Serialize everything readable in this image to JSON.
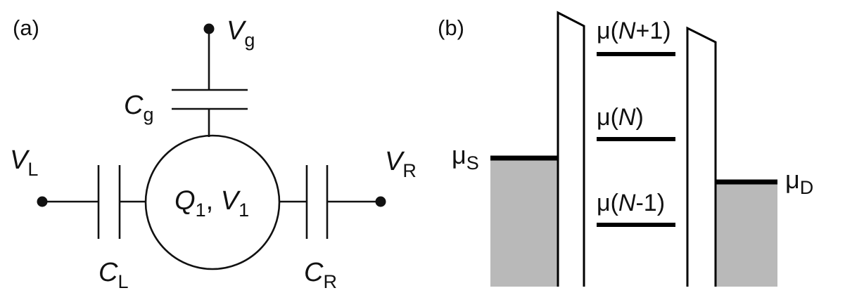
{
  "panel_a": {
    "label": "(a)",
    "gate_voltage": {
      "main": "V",
      "sub": "g"
    },
    "gate_capacitor": {
      "main": "C",
      "sub": "g"
    },
    "left_voltage": {
      "main": "V",
      "sub": "L"
    },
    "right_voltage": {
      "main": "V",
      "sub": "R"
    },
    "left_capacitor": {
      "main": "C",
      "sub": "L"
    },
    "right_capacitor": {
      "main": "C",
      "sub": "R"
    },
    "island": {
      "q": "Q",
      "q_sub": "1",
      "sep": ", ",
      "v": "V",
      "v_sub": "1"
    }
  },
  "panel_b": {
    "label": "(b)",
    "source": {
      "mu": "μ",
      "sub": "S"
    },
    "drain": {
      "mu": "μ",
      "sub": "D"
    },
    "levels": [
      {
        "prefix": "μ(",
        "var": "N",
        "suffix": "+1)"
      },
      {
        "prefix": "μ(",
        "var": "N",
        "suffix": ")"
      },
      {
        "prefix": "μ(",
        "var": "N",
        "suffix": "-1)"
      }
    ],
    "colors": {
      "fill": "#b9b9b9",
      "line": "#000000"
    }
  }
}
